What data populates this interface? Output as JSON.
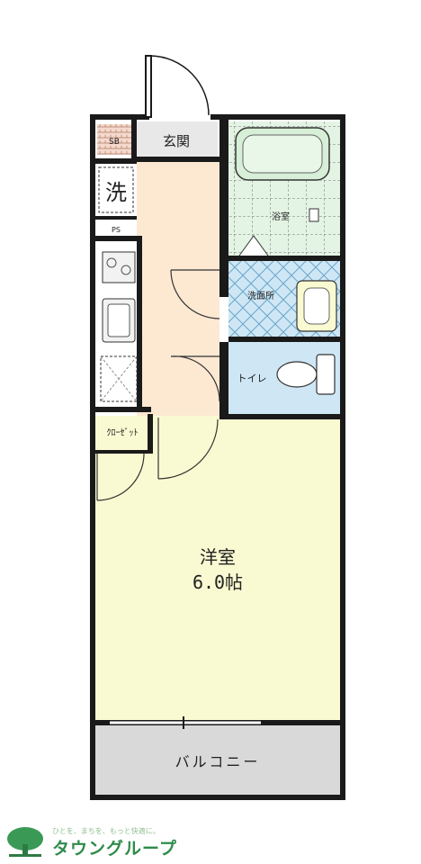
{
  "rooms": {
    "genkan": "玄関",
    "sb": "SB",
    "laundry": "洗",
    "ps": "PS",
    "bath": "浴室",
    "washroom": "洗面所",
    "toilet": "トイレ",
    "closet": "ｸﾛｰｾﾞｯﾄ",
    "main_room": "洋室",
    "main_room_size": "6.0帖",
    "balcony": "バルコニー"
  },
  "company": {
    "tagline": "ひとを、まちを、もっと快適に。",
    "name": "タウングループ"
  },
  "colors": {
    "wall": "#1a1a1a",
    "room": "#fafad2",
    "hall": "#fde9d2",
    "bath": "#e4f4e4",
    "wash": "#cfe7f5",
    "toilet": "#cfe7f5",
    "balcony": "#d9d9d9",
    "brand": "#2e8b4a"
  }
}
